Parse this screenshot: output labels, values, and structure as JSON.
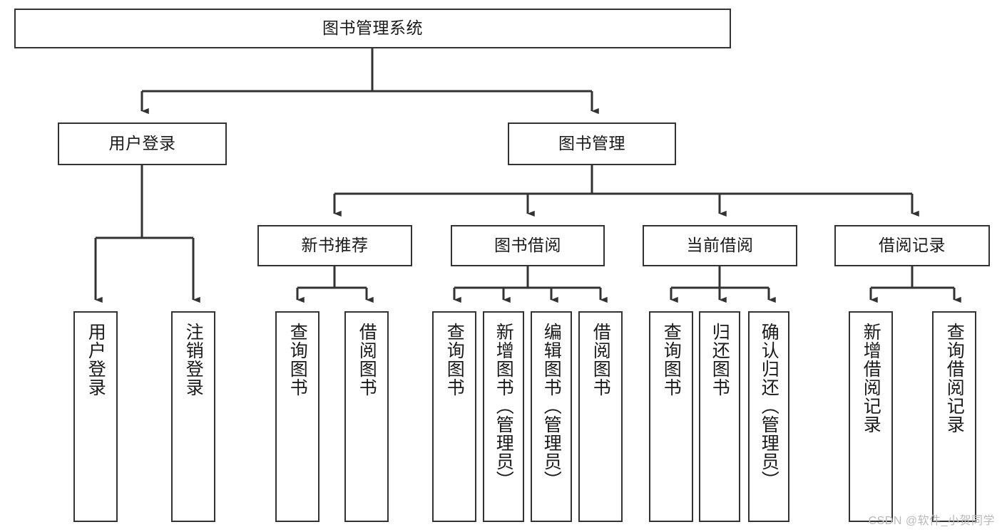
{
  "diagram": {
    "title": "图书管理系统",
    "type": "hierarchy-tree",
    "line_color": "#333333",
    "box_fill": "#ffffff",
    "text_color": "#1a1a1a",
    "root": {
      "label": "图书管理系统"
    },
    "level2": [
      {
        "label": "用户登录"
      },
      {
        "label": "图书管理"
      }
    ],
    "level3": [
      {
        "label": "新书推荐"
      },
      {
        "label": "图书借阅"
      },
      {
        "label": "当前借阅"
      },
      {
        "label": "借阅记录"
      }
    ],
    "leaves": {
      "user_login": [
        {
          "label": "用户登录"
        },
        {
          "label": "注销登录"
        }
      ],
      "new_book": [
        {
          "label": "查询图书"
        },
        {
          "label": "借阅图书"
        }
      ],
      "book_borrow": [
        {
          "label": "查询图书"
        },
        {
          "label": "新增图书（管理员）"
        },
        {
          "label": "编辑图书（管理员）"
        },
        {
          "label": "借阅图书"
        }
      ],
      "current_borrow": [
        {
          "label": "查询图书"
        },
        {
          "label": "归还图书"
        },
        {
          "label": "确认归还（管理员）"
        }
      ],
      "borrow_record": [
        {
          "label": "新增借阅记录"
        },
        {
          "label": "查询借阅记录"
        }
      ]
    }
  },
  "watermark": {
    "text": "CSDN @软件_小贺同学"
  }
}
